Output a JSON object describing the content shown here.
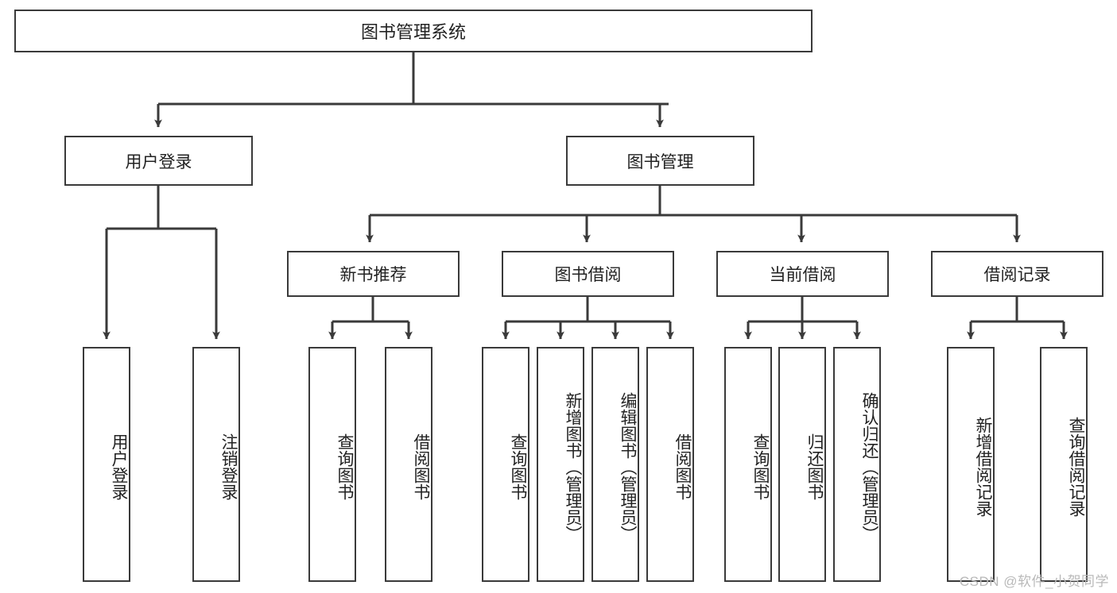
{
  "diagram": {
    "type": "tree-hierarchy-chart",
    "title": "图书管理系统",
    "line_color": "#3a3a3a",
    "box_fill": "#ffffff",
    "text_color": "#222222",
    "nodes": {
      "root": {
        "label": "图书管理系统"
      },
      "level2": [
        {
          "id": "user-login",
          "label": "用户登录"
        },
        {
          "id": "book-management",
          "label": "图书管理"
        }
      ],
      "level3": [
        {
          "id": "new-book-recommend",
          "label": "新书推荐"
        },
        {
          "id": "book-borrow",
          "label": "图书借阅"
        },
        {
          "id": "current-borrow",
          "label": "当前借阅"
        },
        {
          "id": "borrow-record",
          "label": "借阅记录"
        }
      ],
      "leaves": [
        {
          "id": "leaf-user-login",
          "label": "用户登录",
          "parent": "user-login"
        },
        {
          "id": "leaf-logout-login",
          "label": "注销登录",
          "parent": "user-login"
        },
        {
          "id": "leaf-query-book-1",
          "label": "查询图书",
          "parent": "new-book-recommend"
        },
        {
          "id": "leaf-borrow-book-1",
          "label": "借阅图书",
          "parent": "new-book-recommend"
        },
        {
          "id": "leaf-query-book-2",
          "label": "查询图书",
          "parent": "book-borrow"
        },
        {
          "id": "leaf-add-book",
          "label": "新增图书（管理员）",
          "parent": "book-borrow"
        },
        {
          "id": "leaf-edit-book",
          "label": "编辑图书（管理员）",
          "parent": "book-borrow"
        },
        {
          "id": "leaf-borrow-book-2",
          "label": "借阅图书",
          "parent": "book-borrow"
        },
        {
          "id": "leaf-query-book-3",
          "label": "查询图书",
          "parent": "current-borrow"
        },
        {
          "id": "leaf-return-book",
          "label": "归还图书",
          "parent": "current-borrow"
        },
        {
          "id": "leaf-confirm-return",
          "label": "确认归还（管理员）",
          "parent": "current-borrow"
        },
        {
          "id": "leaf-add-record",
          "label": "新增借阅记录",
          "parent": "borrow-record"
        },
        {
          "id": "leaf-query-record",
          "label": "查询借阅记录",
          "parent": "borrow-record"
        }
      ]
    }
  },
  "watermark": {
    "text": "CSDN @软件_小贺同学"
  }
}
